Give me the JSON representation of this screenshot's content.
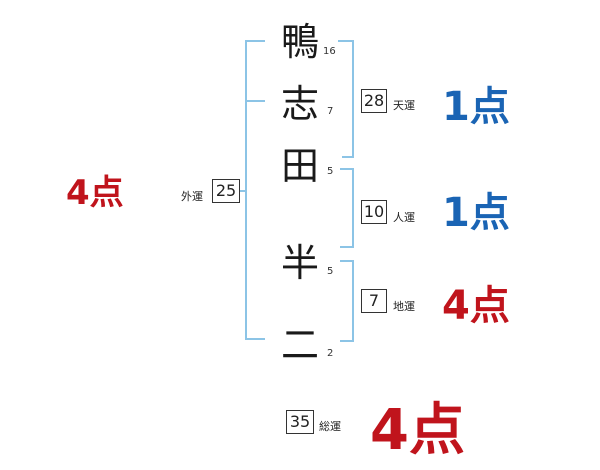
{
  "name": {
    "chars": [
      {
        "char": "鴨",
        "strokes": "16"
      },
      {
        "char": "志",
        "strokes": "7"
      },
      {
        "char": "田",
        "strokes": "5"
      },
      {
        "char": "半",
        "strokes": "5"
      },
      {
        "char": "二",
        "strokes": "2"
      }
    ]
  },
  "fortunes": {
    "gaiun": {
      "value": "25",
      "label": "外運",
      "score": "4点",
      "color": "#c0141c"
    },
    "tenun": {
      "value": "28",
      "label": "天運",
      "score": "1点",
      "color": "#1a64b4"
    },
    "jinun": {
      "value": "10",
      "label": "人運",
      "score": "1点",
      "color": "#1a64b4"
    },
    "chiun": {
      "value": "7",
      "label": "地運",
      "score": "4点",
      "color": "#c0141c"
    },
    "souun": {
      "value": "35",
      "label": "総運",
      "score": "4点",
      "color": "#c0141c"
    }
  },
  "colors": {
    "bracket": "#8cc4e6"
  }
}
